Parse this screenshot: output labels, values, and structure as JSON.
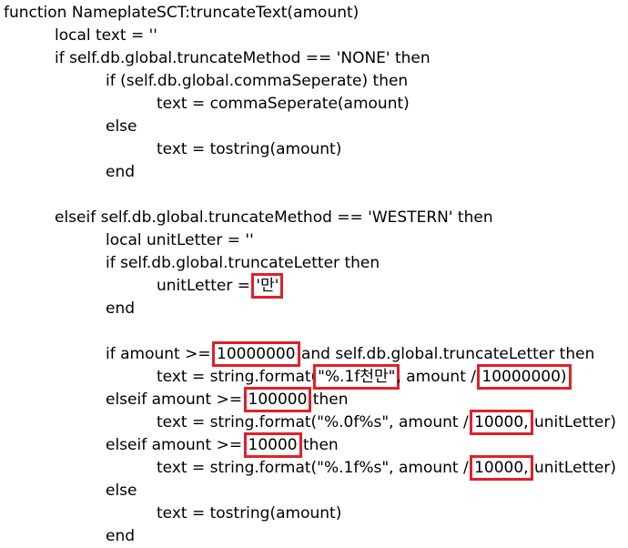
{
  "highlight_color": "#e0202a",
  "lines": [
    {
      "text": "function NameplateSCT:truncateText(amount)",
      "indent": 0
    },
    {
      "text": "local text = ''",
      "indent": 1
    },
    {
      "text": "if self.db.global.truncateMethod == 'NONE' then",
      "indent": 1
    },
    {
      "text": "if (self.db.global.commaSeperate) then",
      "indent": 2
    },
    {
      "text": "text = commaSeperate(amount)",
      "indent": 3
    },
    {
      "text": "else",
      "indent": 2
    },
    {
      "text": "text = tostring(amount)",
      "indent": 3
    },
    {
      "text": "end",
      "indent": 2
    },
    {
      "text": "",
      "indent": 0
    },
    {
      "text": "elseif self.db.global.truncateMethod == 'WESTERN' then",
      "indent": 1
    },
    {
      "text": "local unitLetter = ''",
      "indent": 2
    },
    {
      "text": "if self.db.global.truncateLetter then",
      "indent": 2
    },
    {
      "text": "unitLetter = '만'",
      "indent": 3,
      "highlights": [
        "'만'"
      ]
    },
    {
      "text": "end",
      "indent": 2
    },
    {
      "text": "",
      "indent": 0
    },
    {
      "text": "if amount >= 10000000 and self.db.global.truncateLetter then",
      "indent": 2,
      "highlights": [
        "10000000"
      ]
    },
    {
      "text": "text = string.format(\"%.1f천만\", amount / 10000000)",
      "indent": 3,
      "highlights": [
        "\"%.1f천만\"",
        "10000000)"
      ]
    },
    {
      "text": "elseif amount >= 100000 then",
      "indent": 2,
      "highlights": [
        "100000"
      ]
    },
    {
      "text": "text = string.format(\"%.0f%s\", amount / 10000, unitLetter)",
      "indent": 3,
      "highlights": [
        "10000,"
      ]
    },
    {
      "text": "elseif amount >= 10000 then",
      "indent": 2,
      "highlights": [
        "10000"
      ]
    },
    {
      "text": "text = string.format(\"%.1f%s\", amount / 10000, unitLetter)",
      "indent": 3,
      "highlights": [
        "10000,"
      ]
    },
    {
      "text": "else",
      "indent": 2
    },
    {
      "text": "text = tostring(amount)",
      "indent": 3
    },
    {
      "text": "end",
      "indent": 2
    }
  ]
}
